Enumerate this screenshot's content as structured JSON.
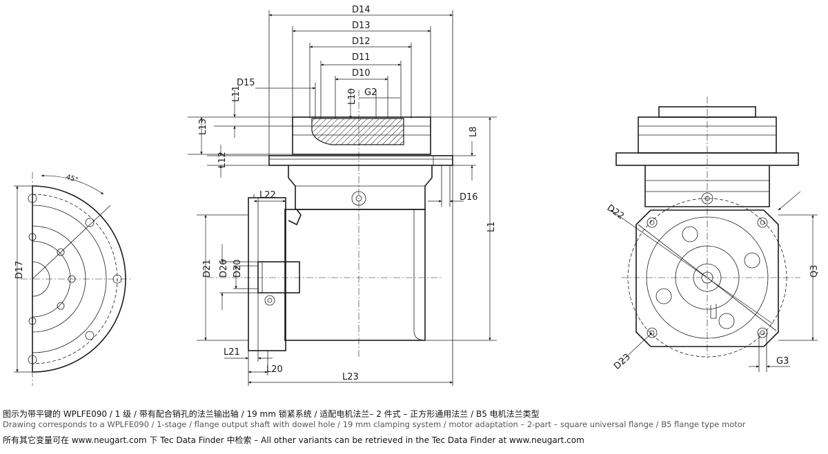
{
  "labels": {
    "d14": "D14",
    "d13": "D13",
    "d12": "D12",
    "d11": "D11",
    "d10": "D10",
    "d15": "D15",
    "g2": "G2",
    "l11": "L11",
    "l10": "L10",
    "l13": "L13",
    "l12": "L12",
    "l8": "L8",
    "d16": "D16",
    "l1": "L1",
    "l22": "L22",
    "d21": "D21",
    "d26": "D26",
    "d20": "D20",
    "l21": "L21",
    "l20": "L20",
    "l23": "L23",
    "d17": "D17",
    "angle": "45°",
    "d22": "D22",
    "d23": "D23",
    "q3": "Q3",
    "g3": "G3"
  },
  "caption": {
    "line1": "图示为带平键的 WPLFE090 / 1 级 / 带有配合销孔的法兰输出轴 / 19 mm 锁紧系统 / 适配电机法兰– 2 件式 – 正方形通用法兰 / B5 电机法兰类型",
    "line2": "Drawing corresponds to a WPLFE090 / 1-stage / flange output shaft with dowel hole / 19 mm clamping system / motor adaptation – 2-part – square universal flange / B5 flange type motor",
    "line3": "所有其它变量可在  www.neugart.com 下  Tec Data Finder  中检索 – All other variants can be retrieved in the Tec Data Finder at www.neugart.com"
  }
}
